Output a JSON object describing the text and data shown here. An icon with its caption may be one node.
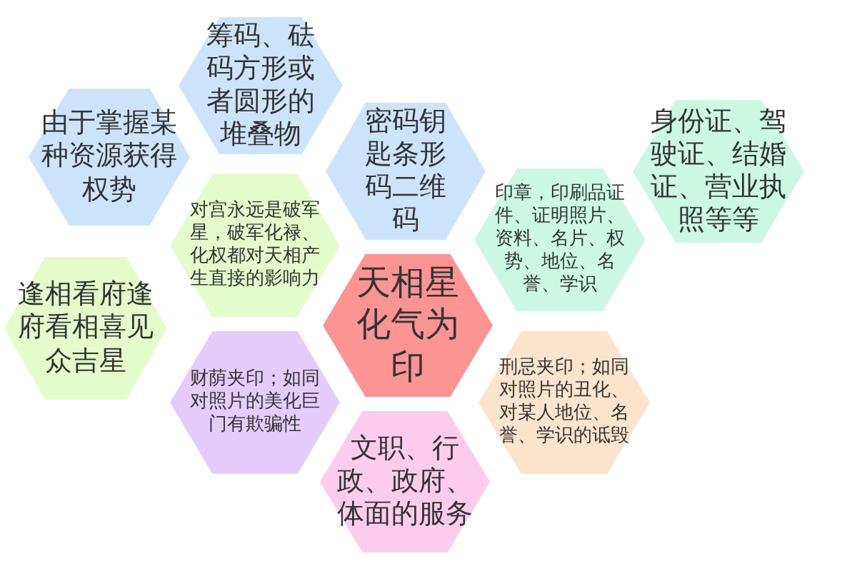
{
  "diagram": {
    "nodes": [
      {
        "text": [
          "筹码、砝码方形或者圆形的堆叠物"
        ]
      },
      {
        "text": [
          "由于掌握某种资源获得权势"
        ]
      },
      {
        "text": [
          "密码钥匙条形码二维码"
        ]
      },
      {
        "text": [
          "身份证、驾驶证、结婚证、营业执照等等"
        ]
      },
      {
        "text": [
          "对宫永远是破军星，破军化禄、化权都对天相产生直接的影响力"
        ]
      },
      {
        "text": [
          "印章，印刷品证件、证明照片、资料、名片、权势、地位、名誉、学识"
        ]
      },
      {
        "text": [
          "逢相看府逢府看相喜见众吉星"
        ]
      },
      {
        "text": [
          "天相星化气为印"
        ]
      },
      {
        "text": [
          "财荫夹印；如同对照片的美化巨门有欺骗性"
        ]
      },
      {
        "text": [
          "刑忌夹印；如同对照片的丑化、对某人地位、名誉、学识的诋毁"
        ]
      },
      {
        "text": [
          "文职、行政、政府、体面的服务"
        ]
      }
    ],
    "edges": []
  }
}
